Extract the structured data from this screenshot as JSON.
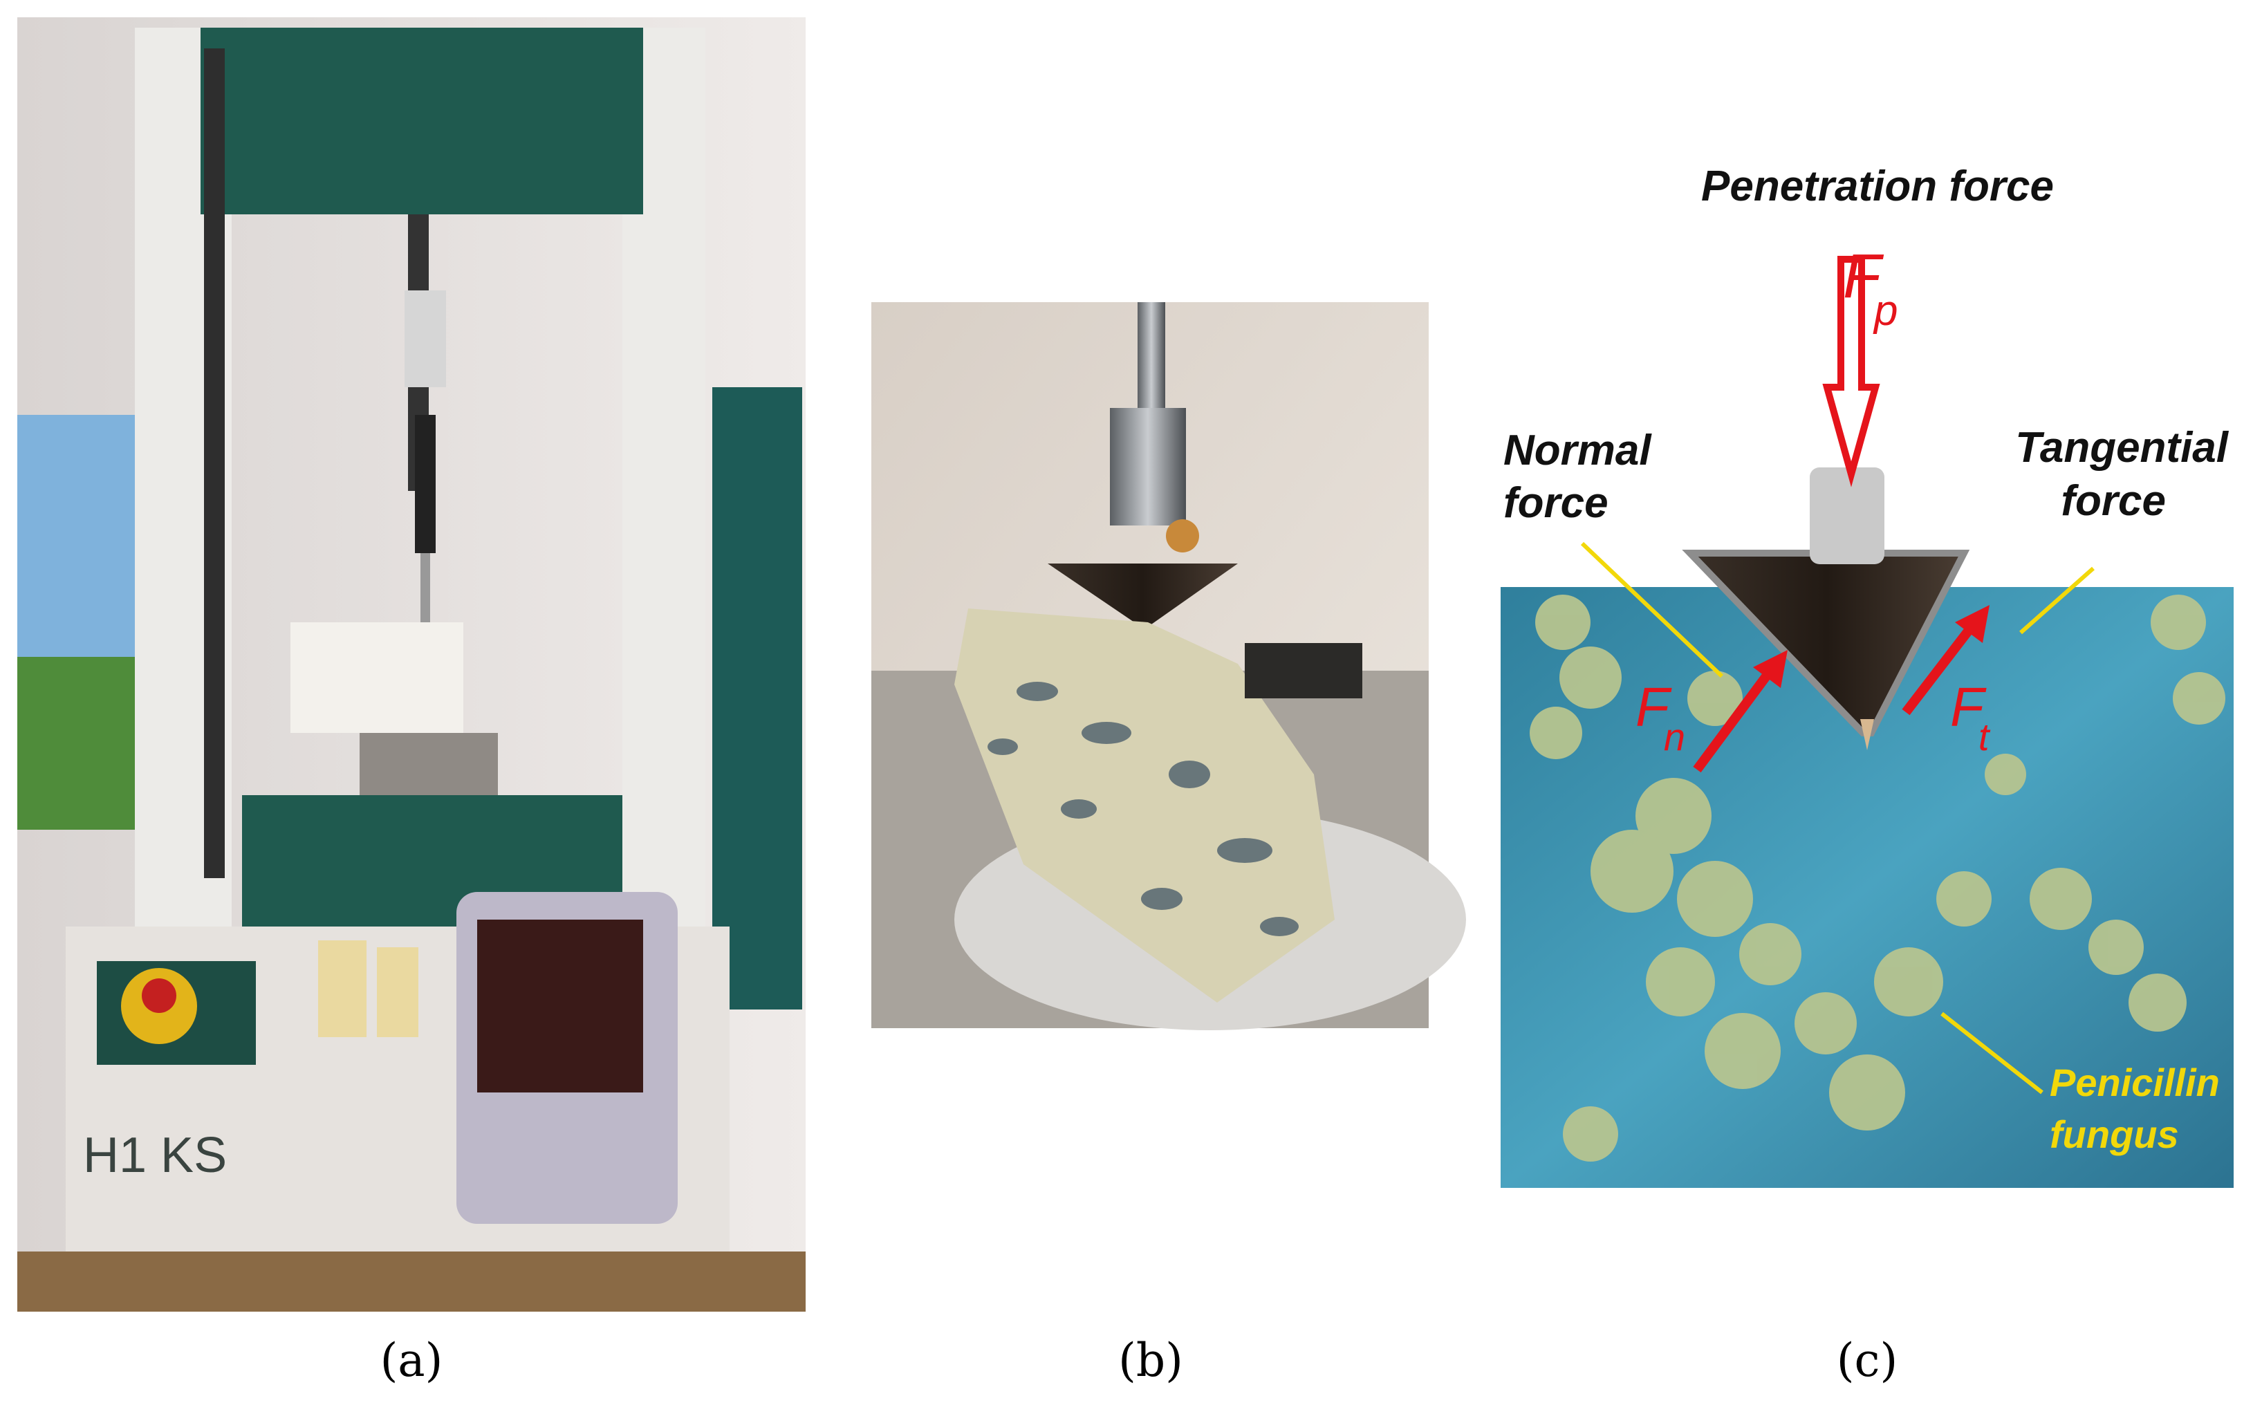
{
  "panels": {
    "a": {
      "label": "(a)",
      "machine_plate_text": "H1 KS"
    },
    "b": {
      "label": "(b)"
    },
    "c": {
      "label": "(c)",
      "penetration_force_label": "Penetration force",
      "normal_force_label": [
        "Normal",
        "force"
      ],
      "tangential_force_label": [
        "Tangential",
        "force"
      ],
      "fungus_label": [
        "Penicillin",
        "fungus"
      ],
      "symbols": {
        "fp": "F",
        "fp_sub": "p",
        "fn": "F",
        "fn_sub": "n",
        "ft": "F",
        "ft_sub": "t"
      }
    }
  },
  "colors": {
    "arrow": "#e5141b",
    "leader": "#f2d80a",
    "frame_green": "#1f5a4f",
    "mycelium": "#3f97b3",
    "spores": "#b6c48f"
  }
}
